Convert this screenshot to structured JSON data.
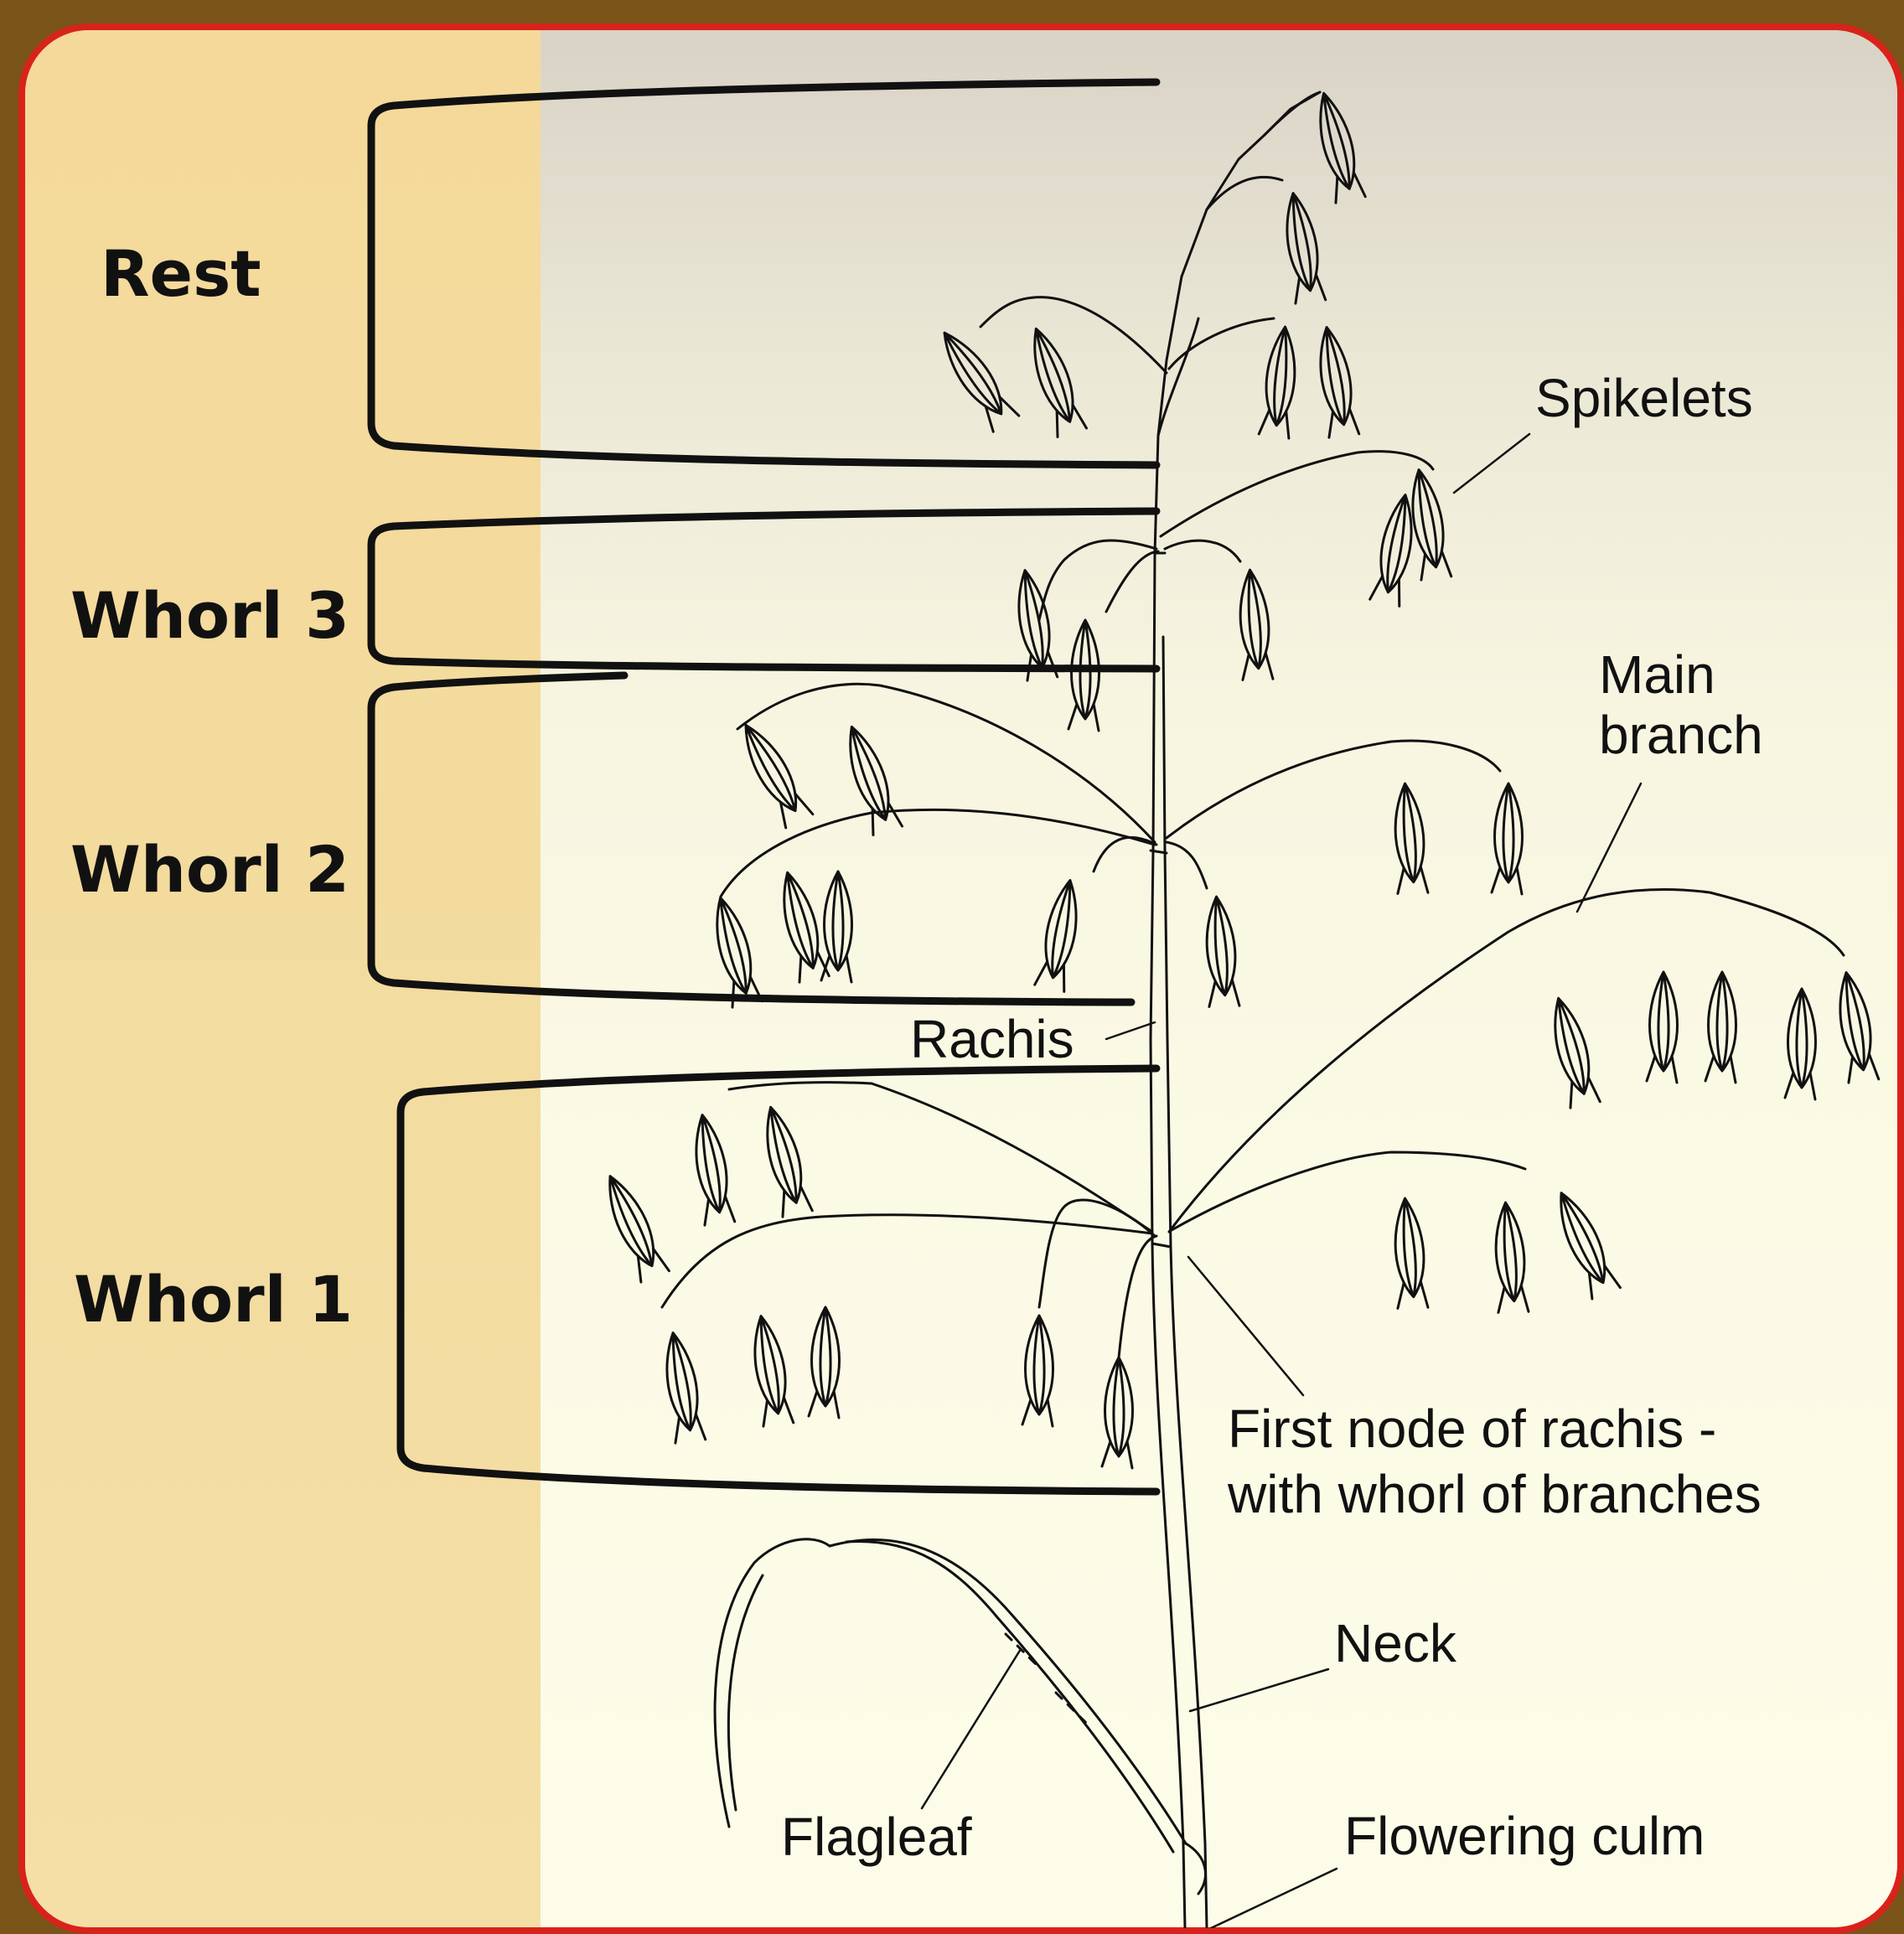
{
  "whorl_labels": {
    "rest": "Rest",
    "whorl3": "Whorl 3",
    "whorl2": "Whorl 2",
    "whorl1": "Whorl 1"
  },
  "part_labels": {
    "spikelets": "Spikelets",
    "main_branch": [
      "Main",
      "branch"
    ],
    "rachis": "Rachis",
    "first_node": [
      "First node of rachis -",
      "with whorl of branches"
    ],
    "neck": "Neck",
    "flagleaf": "Flagleaf",
    "flowering_culm": "Flowering culm"
  },
  "colors": {
    "frame_border": "#d8231b",
    "outer_background": "#7a5418",
    "left_panel": "#f4d99a",
    "diagram_paper": "#fdfbe4",
    "ink": "#111111"
  }
}
